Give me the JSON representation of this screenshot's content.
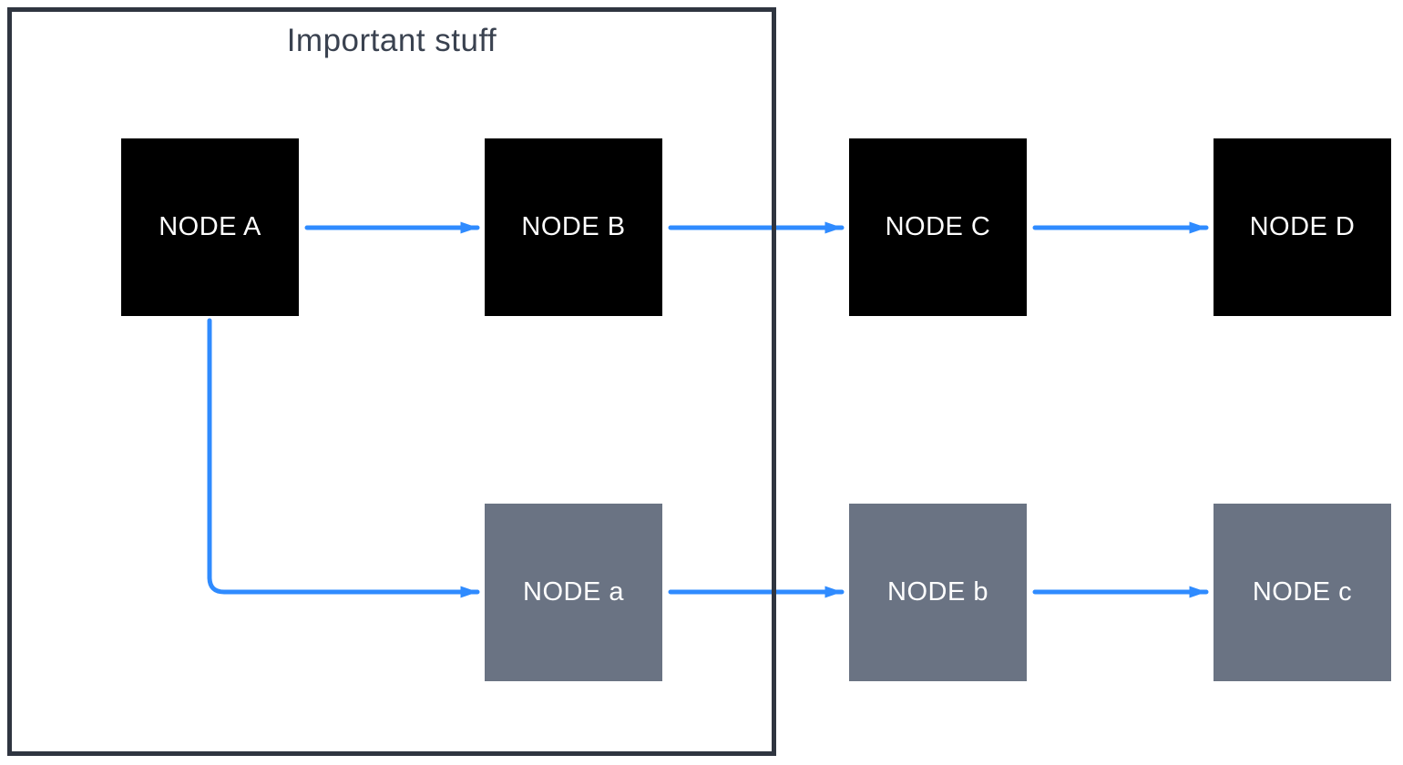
{
  "diagram": {
    "group": {
      "label": "Important stuff",
      "contains": [
        "NODE A",
        "NODE B",
        "NODE a"
      ]
    },
    "nodes": [
      {
        "id": "A",
        "label": "NODE A",
        "variant": "black",
        "row": "top"
      },
      {
        "id": "B",
        "label": "NODE B",
        "variant": "black",
        "row": "top"
      },
      {
        "id": "C",
        "label": "NODE C",
        "variant": "black",
        "row": "top"
      },
      {
        "id": "D",
        "label": "NODE D",
        "variant": "black",
        "row": "top"
      },
      {
        "id": "a",
        "label": "NODE a",
        "variant": "gray",
        "row": "bottom"
      },
      {
        "id": "b",
        "label": "NODE b",
        "variant": "gray",
        "row": "bottom"
      },
      {
        "id": "c",
        "label": "NODE c",
        "variant": "gray",
        "row": "bottom"
      }
    ],
    "edges": [
      {
        "from": "NODE A",
        "to": "NODE B",
        "style": "straight"
      },
      {
        "from": "NODE B",
        "to": "NODE C",
        "style": "straight"
      },
      {
        "from": "NODE C",
        "to": "NODE D",
        "style": "straight"
      },
      {
        "from": "NODE A",
        "to": "NODE a",
        "style": "elbow"
      },
      {
        "from": "NODE a",
        "to": "NODE b",
        "style": "straight"
      },
      {
        "from": "NODE b",
        "to": "NODE c",
        "style": "straight"
      }
    ],
    "colors": {
      "arrow": "#2F8BFF",
      "node_black": "#000000",
      "node_gray": "#6A7383",
      "node_text": "#FFFFFF",
      "group_border": "#2F3540",
      "group_title_text": "#3A4250",
      "background": "#FFFFFF"
    }
  }
}
